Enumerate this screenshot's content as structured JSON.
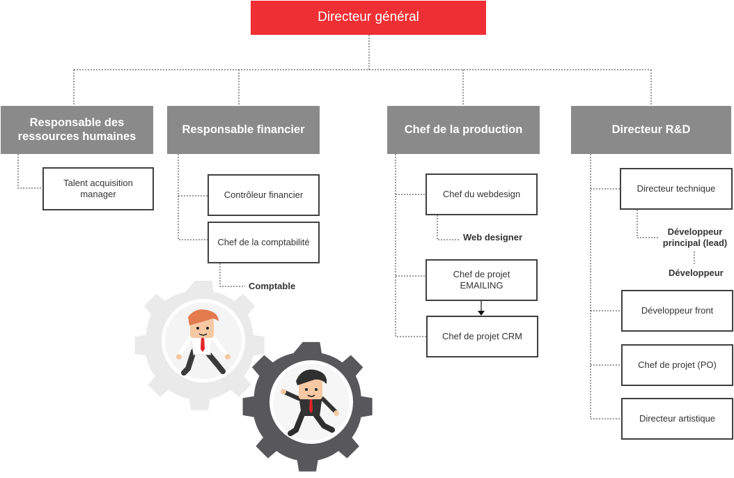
{
  "org_chart": {
    "root": "Directeur général",
    "departments": [
      {
        "title": "Responsable des ressources humaines",
        "roles": [
          "Talent acquisition manager"
        ]
      },
      {
        "title": "Responsable financier",
        "roles": [
          "Contrôleur financier",
          "Chef de la comptabilité"
        ],
        "sub_roles": [
          "Comptable"
        ]
      },
      {
        "title": "Chef de la production",
        "roles": [
          "Chef du webdesign",
          "Chef de projet EMAILING",
          "Chef de projet CRM"
        ],
        "sub_roles": [
          "Web designer"
        ]
      },
      {
        "title": "Directeur R&D",
        "roles": [
          "Directeur technique",
          "Développeur front",
          "Chef de projet (PO)",
          "Directeur artistique"
        ],
        "sub_roles": [
          "Développeur principal (lead)",
          "Développeur"
        ]
      }
    ]
  },
  "colors": {
    "root_fill": "#ee2f33",
    "department_fill": "#8a8a8a",
    "role_border": "#3f3f3f",
    "connector": "#333333"
  },
  "illustration": {
    "light_gear": "gear-icon",
    "dark_gear": "gear-icon",
    "people": "running-businessman-icon"
  }
}
